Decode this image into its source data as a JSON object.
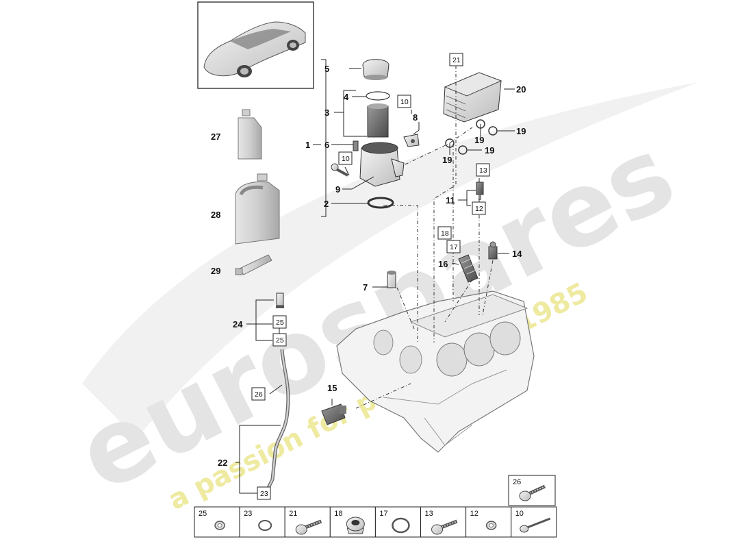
{
  "watermark": {
    "brand": "eurospares",
    "slogan": "a passion for parts since 1985"
  },
  "labels": {
    "l1": "1",
    "l2": "2",
    "l3": "3",
    "l4": "4",
    "l5": "5",
    "l6": "6",
    "l7": "7",
    "l8": "8",
    "l9": "9",
    "l11": "11",
    "l14": "14",
    "l15": "15",
    "l16": "16",
    "l20": "20",
    "l19a": "19",
    "l19b": "19",
    "l19c": "19",
    "l19d": "19",
    "l22": "22",
    "l24": "24",
    "l27": "27",
    "l28": "28",
    "l29": "29"
  },
  "boxed": {
    "b10a": "10",
    "b10b": "10",
    "b21": "21",
    "b13": "13",
    "b12": "12",
    "b18": "18",
    "b17": "17",
    "b25a": "25",
    "b25b": "25",
    "b26": "26",
    "b23": "23"
  },
  "legend": {
    "cells": [
      {
        "label": "25",
        "icon": "washer-icon"
      },
      {
        "label": "23",
        "icon": "o-ring-icon"
      },
      {
        "label": "21",
        "icon": "bolt-icon"
      },
      {
        "label": "18",
        "icon": "plug-screw-icon"
      },
      {
        "label": "17",
        "icon": "seal-ring-icon"
      },
      {
        "label": "13",
        "icon": "bolt-icon"
      },
      {
        "label": "12",
        "icon": "washer-icon"
      },
      {
        "label": "10",
        "icon": "long-bolt-icon"
      }
    ],
    "extra": {
      "label": "26",
      "icon": "bolt-icon"
    }
  }
}
